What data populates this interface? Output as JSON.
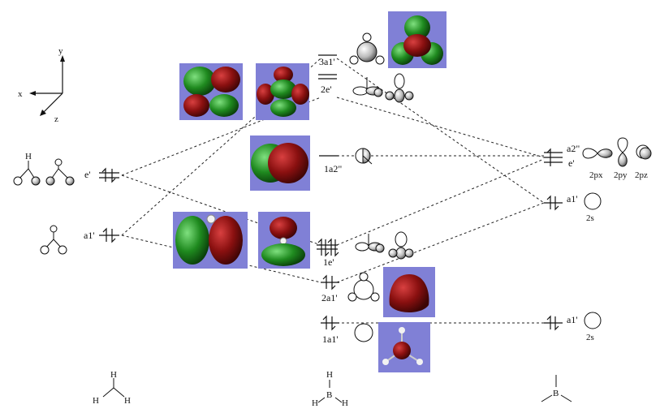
{
  "axes": {
    "x": "x",
    "y": "y",
    "z": "z"
  },
  "left_fragment": {
    "levels": [
      {
        "label": "e'",
        "electrons": 2
      },
      {
        "label": "a1'",
        "electrons": 2
      }
    ],
    "molecule": "H3"
  },
  "center_levels": [
    {
      "label": "3a1'"
    },
    {
      "label": "2e'"
    },
    {
      "label": "1a2\""
    },
    {
      "label": "1e'"
    },
    {
      "label": "2a1'"
    },
    {
      "label": "1a1'"
    }
  ],
  "right_fragment": {
    "levels": [
      {
        "label": "a2\""
      },
      {
        "label": "e'"
      },
      {
        "label": "a1'"
      },
      {
        "label": "a1'"
      }
    ],
    "orbital_labels": [
      "2px",
      "2py",
      "2pz",
      "2s",
      "2s"
    ]
  },
  "molecules": {
    "h3": {
      "atoms": [
        "H",
        "H",
        "H"
      ]
    },
    "bh3": {
      "atoms": [
        "H",
        "B",
        "H",
        "H"
      ]
    },
    "b": {
      "atoms": [
        "B"
      ]
    }
  },
  "colors": {
    "orbital_background": "#8080d6",
    "lobe_green": "#1f8a1f",
    "lobe_red": "#8a1010"
  }
}
